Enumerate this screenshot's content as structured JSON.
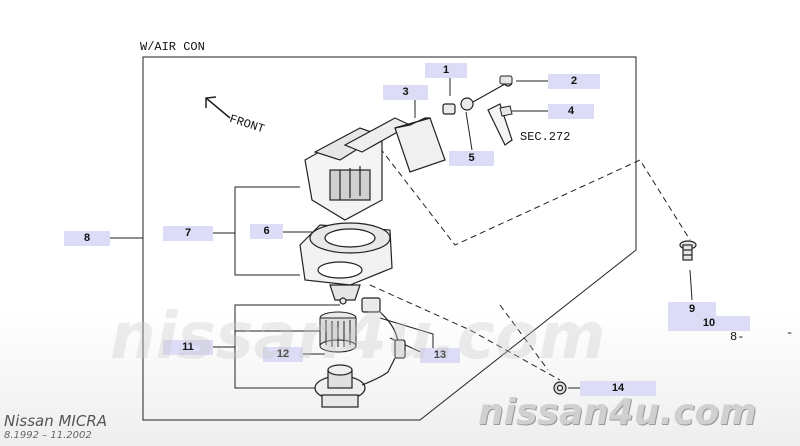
{
  "diagram": {
    "section_title": "W/AIR CON",
    "front_label": "FRONT",
    "sec_ref": "SEC.272",
    "part_numbers": [
      "1",
      "2",
      "3",
      "4",
      "5",
      "6",
      "7",
      "8",
      "9",
      "10",
      "11",
      "12",
      "13",
      "14"
    ],
    "cont_mark": "8-",
    "edge_mark": "-"
  },
  "footer": {
    "model": "Nissan MICRA",
    "dates": "8.1992 – 11.2002",
    "watermark_center": "nissan4u.com",
    "watermark_right": "nissan4u.com"
  },
  "colors": {
    "callout_bg": "#dcdcf6",
    "line": "#222222",
    "watermark": "#d8d8d8"
  }
}
